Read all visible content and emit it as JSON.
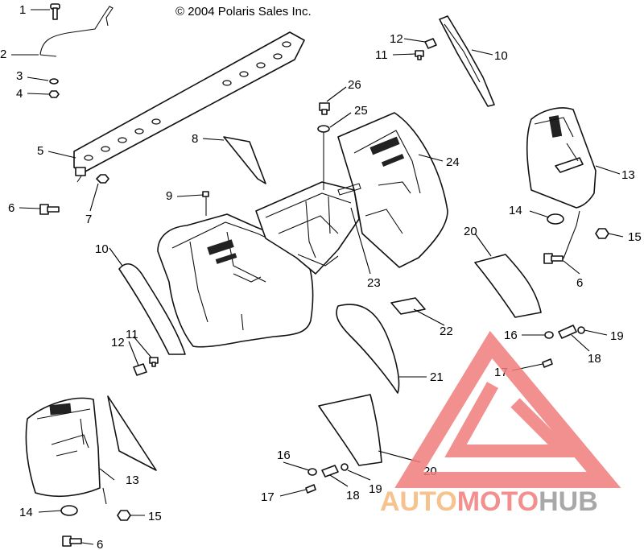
{
  "copyright": "© 2004 Polaris Sales Inc.",
  "watermark": {
    "part1": "AUTO",
    "part2": "MOTO",
    "part3": "HUB",
    "color_orange": "#f5b87a",
    "color_red": "#f07c7c",
    "color_gray": "#9a9a9a"
  },
  "callouts": {
    "c1": "1",
    "c2": "2",
    "c3": "3",
    "c4": "4",
    "c5": "5",
    "c6a": "6",
    "c7": "7",
    "c8": "8",
    "c9": "9",
    "c10a": "10",
    "c11a": "11",
    "c12a": "12",
    "c26": "26",
    "c25": "25",
    "c24": "24",
    "c23": "23",
    "c12b": "12",
    "c11b": "11",
    "c10b": "10",
    "c13a": "13",
    "c14a": "14",
    "c15a": "15",
    "c6b": "6",
    "c20a": "20",
    "c22": "22",
    "c21": "21",
    "c16a": "16",
    "c19a": "19",
    "c18a": "18",
    "c17a": "17",
    "c13b": "13",
    "c14b": "14",
    "c15b": "15",
    "c6c": "6",
    "c16b": "16",
    "c17b": "17",
    "c18b": "18",
    "c19b": "19",
    "c20b": "20"
  }
}
